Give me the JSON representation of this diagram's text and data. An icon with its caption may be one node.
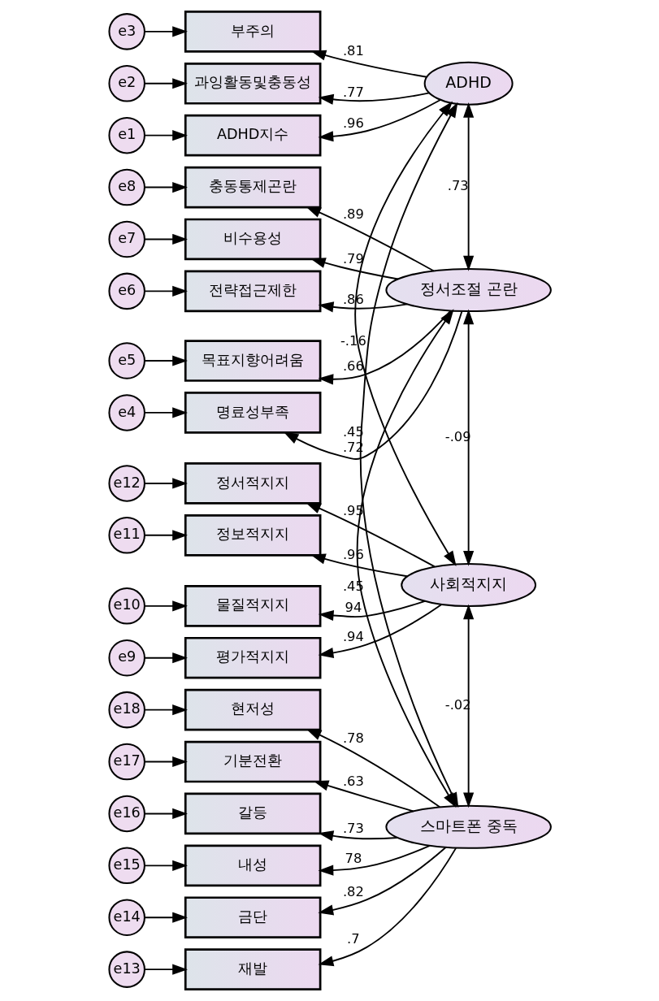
{
  "diagram": {
    "nodes": [
      {
        "text": [
          "e3"
        ]
      },
      {
        "text": [
          "부주의"
        ]
      },
      {
        "text": [
          "e2"
        ]
      },
      {
        "text": [
          "과잉활동및충동성"
        ]
      },
      {
        "text": [
          "ADHD"
        ]
      },
      {
        "text": [
          "e1"
        ]
      },
      {
        "text": [
          "ADHD지수"
        ]
      },
      {
        "text": [
          "e8"
        ]
      },
      {
        "text": [
          "충동통제곤란"
        ]
      },
      {
        "text": [
          "e7"
        ]
      },
      {
        "text": [
          "비수용성"
        ]
      },
      {
        "text": [
          "e6"
        ]
      },
      {
        "text": [
          "전략접근제한"
        ]
      },
      {
        "text": [
          "정서조절 곤란"
        ]
      },
      {
        "text": [
          "e5"
        ]
      },
      {
        "text": [
          "목표지향어려움"
        ]
      },
      {
        "text": [
          "e4"
        ]
      },
      {
        "text": [
          "명료성부족"
        ]
      },
      {
        "text": [
          "e12"
        ]
      },
      {
        "text": [
          "정서적지지"
        ]
      },
      {
        "text": [
          "e11"
        ]
      },
      {
        "text": [
          "정보적지지"
        ]
      },
      {
        "text": [
          "e10"
        ]
      },
      {
        "text": [
          "물질적지지"
        ]
      },
      {
        "text": [
          "사회적지지"
        ]
      },
      {
        "text": [
          "e9"
        ]
      },
      {
        "text": [
          "평가적지지"
        ]
      },
      {
        "text": [
          "e18"
        ]
      },
      {
        "text": [
          "현저성"
        ]
      },
      {
        "text": [
          "e17"
        ]
      },
      {
        "text": [
          "기분전환"
        ]
      },
      {
        "text": [
          "e16"
        ]
      },
      {
        "text": [
          "갈등"
        ]
      },
      {
        "text": [
          "스마트폰 중독"
        ]
      },
      {
        "text": [
          "e15"
        ]
      },
      {
        "text": [
          "내성"
        ]
      },
      {
        "text": [
          "e14"
        ]
      },
      {
        "text": [
          "금단"
        ]
      },
      {
        "text": [
          "e13"
        ]
      },
      {
        "text": [
          "재발"
        ]
      }
    ],
    "edges": [
      {
        "from": 0,
        "to": 1,
        "arrow": "to"
      },
      {
        "from": 2,
        "to": 3,
        "arrow": "to"
      },
      {
        "from": 5,
        "to": 6,
        "arrow": "to"
      },
      {
        "from": 7,
        "to": 8,
        "arrow": "to"
      },
      {
        "from": 9,
        "to": 10,
        "arrow": "to"
      },
      {
        "from": 11,
        "to": 12,
        "arrow": "to"
      },
      {
        "from": 14,
        "to": 15,
        "arrow": "to"
      },
      {
        "from": 16,
        "to": 17,
        "arrow": "to"
      },
      {
        "from": 18,
        "to": 19,
        "arrow": "to"
      },
      {
        "from": 20,
        "to": 21,
        "arrow": "to"
      },
      {
        "from": 22,
        "to": 23,
        "arrow": "to"
      },
      {
        "from": 25,
        "to": 26,
        "arrow": "to"
      },
      {
        "from": 27,
        "to": 28,
        "arrow": "to"
      },
      {
        "from": 29,
        "to": 30,
        "arrow": "to"
      },
      {
        "from": 31,
        "to": 32,
        "arrow": "to"
      },
      {
        "from": 34,
        "to": 35,
        "arrow": "to"
      },
      {
        "from": 36,
        "to": 37,
        "arrow": "to"
      },
      {
        "from": 38,
        "to": 39,
        "arrow": "to"
      },
      {
        "from": 4,
        "to": 1,
        "arrow": "to",
        "label": ".81"
      },
      {
        "from": 4,
        "to": 3,
        "arrow": "to",
        "label": ".77"
      },
      {
        "from": 4,
        "to": 6,
        "arrow": "to",
        "label": ".96"
      },
      {
        "from": 13,
        "to": 8,
        "arrow": "to",
        "label": ".89"
      },
      {
        "from": 13,
        "to": 10,
        "arrow": "to",
        "label": ".79"
      },
      {
        "from": 13,
        "to": 12,
        "arrow": "to",
        "label": ".86"
      },
      {
        "from": 13,
        "to": 15,
        "arrow": "to",
        "label": ".66"
      },
      {
        "from": 13,
        "to": 17,
        "arrow": "to",
        "label": ".72"
      },
      {
        "from": 24,
        "to": 19,
        "arrow": "to",
        "label": ".95"
      },
      {
        "from": 24,
        "to": 21,
        "arrow": "to",
        "label": ".96"
      },
      {
        "from": 24,
        "to": 23,
        "arrow": "to",
        "label": "94"
      },
      {
        "from": 24,
        "to": 26,
        "arrow": "to",
        "label": ".94"
      },
      {
        "from": 33,
        "to": 28,
        "arrow": "to",
        "label": ".78"
      },
      {
        "from": 33,
        "to": 30,
        "arrow": "to",
        "label": ".63"
      },
      {
        "from": 33,
        "to": 32,
        "arrow": "to",
        "label": ".73"
      },
      {
        "from": 33,
        "to": 35,
        "arrow": "to",
        "label": "78"
      },
      {
        "from": 33,
        "to": 37,
        "arrow": "to",
        "label": ".82"
      },
      {
        "from": 33,
        "to": 39,
        "arrow": "to",
        "label": ".7"
      },
      {
        "from": 4,
        "to": 13,
        "arrow": "both",
        "label": ".73"
      },
      {
        "from": 4,
        "to": 24,
        "arrow": "both",
        "label": "-.16"
      },
      {
        "from": 4,
        "to": 33,
        "arrow": "both",
        "label": ".45"
      },
      {
        "from": 13,
        "to": 24,
        "arrow": "both",
        "label": "-.09"
      },
      {
        "from": 13,
        "to": 33,
        "arrow": "both",
        "label": ".45"
      },
      {
        "from": 24,
        "to": 33,
        "arrow": "both",
        "label": "-.02"
      }
    ]
  }
}
